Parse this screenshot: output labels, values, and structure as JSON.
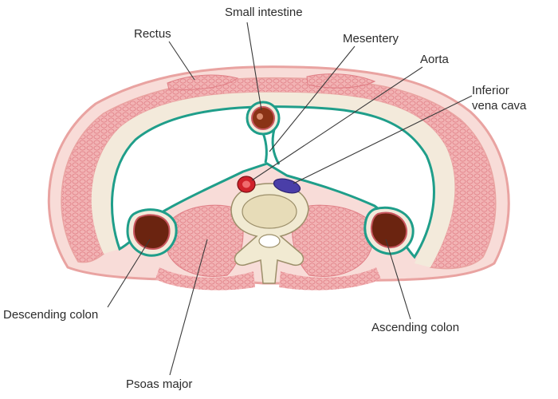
{
  "labels": {
    "small_intestine": "Small intestine",
    "rectus": "Rectus",
    "mesentery": "Mesentery",
    "aorta": "Aorta",
    "ivc_line1": "Inferior",
    "ivc_line2": "vena cava",
    "descending_colon": "Descending colon",
    "ascending_colon": "Ascending colon",
    "psoas_major": "Psoas major"
  },
  "colors": {
    "skin_outline": "#e9a3a1",
    "muscle": "#f2b3b4",
    "muscle_texture": "#e07f86",
    "fat": "#f3eadb",
    "peritoneum": "#1f9e8a",
    "colon_wall": "#c8565e",
    "colon_lumen": "#6b2410",
    "aorta": "#d0212b",
    "ivc": "#4a3ea8",
    "bone": "#f1ead2",
    "bone_outline": "#9c8f6a"
  }
}
